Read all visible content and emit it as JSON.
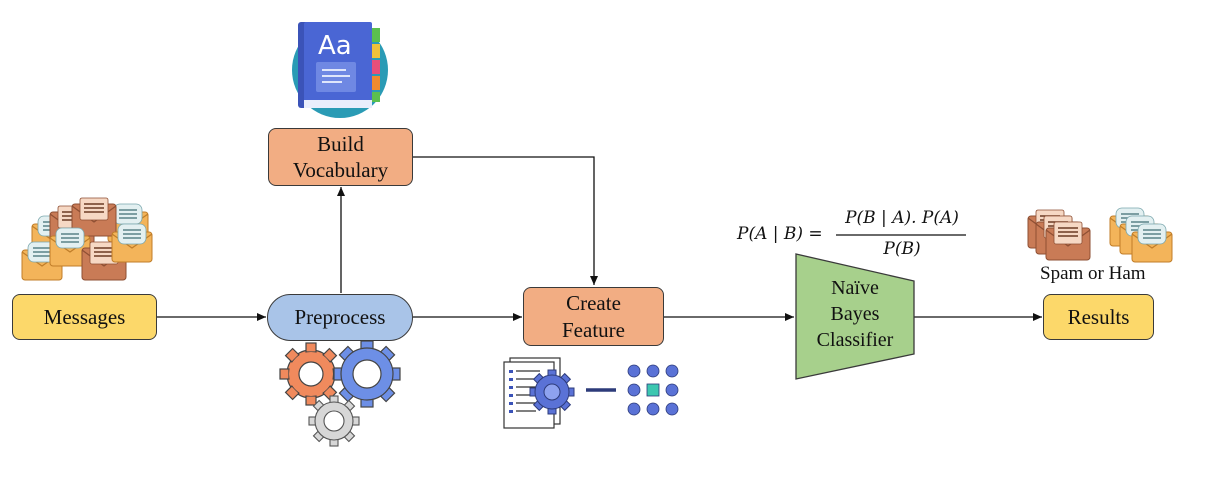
{
  "nodes": {
    "messages": "Messages",
    "preprocess": "Preprocess",
    "build_vocabulary": [
      "Build",
      "Vocabulary"
    ],
    "create_feature": [
      "Create",
      "Feature"
    ],
    "classifier": [
      "Naïve",
      "Bayes",
      "Classifier"
    ],
    "results": "Results"
  },
  "labels": {
    "spam_or_ham": "Spam or Ham"
  },
  "formula": {
    "lhs": "P(A | B) =",
    "numerator": "P(B | A). P(A)",
    "denominator": "P(B)"
  },
  "colors": {
    "yellow": "#fcd86a",
    "orange": "#f2ad83",
    "blue": "#a9c4e8",
    "green": "#a7d08c"
  },
  "icons": {
    "messages": "envelopes-icon",
    "vocabulary": "dictionary-book-icon",
    "preprocess": "gears-icon",
    "feature": "document-gear-matrix-icon",
    "results": "envelopes-icon"
  }
}
